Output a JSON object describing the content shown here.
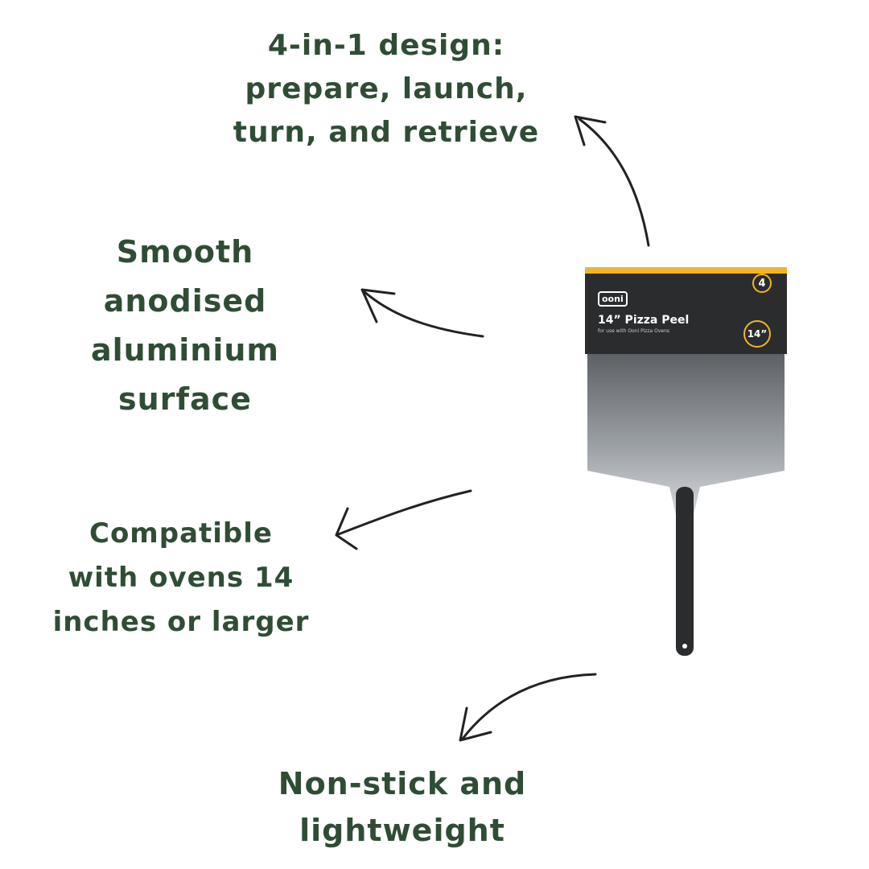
{
  "features": [
    {
      "lines": [
        "4-in-1 design:",
        "prepare, launch,",
        "turn, and retrieve"
      ]
    },
    {
      "lines": [
        "Smooth",
        "anodised",
        "aluminium",
        "surface"
      ]
    },
    {
      "lines": [
        "Compatible",
        "with ovens 14",
        "inches or larger"
      ]
    },
    {
      "lines": [
        "Non-stick and",
        "lightweight"
      ]
    }
  ],
  "product": {
    "brand": "ooni",
    "title": "14” Pizza Peel",
    "subtitle": "for use with Ooni Pizza Ovens",
    "badge_number": "4",
    "size_badge": "14”"
  },
  "colors": {
    "text": "#2f4d35",
    "accent": "#f2b624",
    "label": "#2b2c2e"
  }
}
